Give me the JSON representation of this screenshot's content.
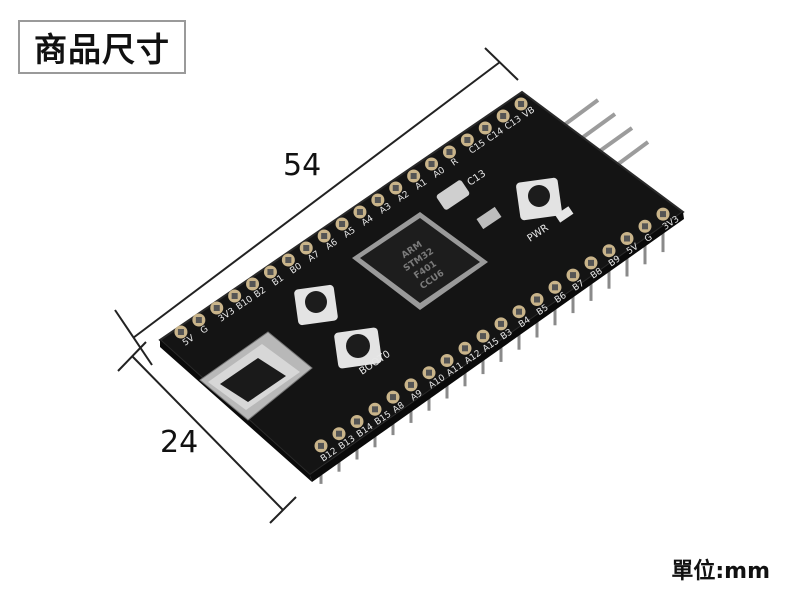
{
  "title": "商品尺寸",
  "dimensions": {
    "length": "54",
    "width": "24"
  },
  "unit_label": "單位:mm",
  "board": {
    "top_pins": [
      "5V",
      "G",
      "3V3",
      "B10",
      "B2",
      "B1",
      "B0",
      "A7",
      "A6",
      "A5",
      "A4",
      "A3",
      "A2",
      "A1",
      "A0",
      "R",
      "C15",
      "C14",
      "C13",
      "VB"
    ],
    "bottom_pins": [
      "B12",
      "B13",
      "B14",
      "B15",
      "A8",
      "A9",
      "A10",
      "A11",
      "A12",
      "A15",
      "B3",
      "B4",
      "B5",
      "B6",
      "B7",
      "B8",
      "B9",
      "5V",
      "G",
      "3V3"
    ],
    "chip_lines": [
      "ARM",
      "STM32",
      "F401",
      "CCU6"
    ],
    "button_label": "BOOT0",
    "pwr_label": "PWR",
    "cap_label": "C13"
  },
  "colors": {
    "pcb": "#141414",
    "pin_gold": "#c9b48a",
    "pin_metal": "#8a8a8a",
    "silkscreen": "#e8e8e8",
    "dimension_line": "#222222"
  }
}
